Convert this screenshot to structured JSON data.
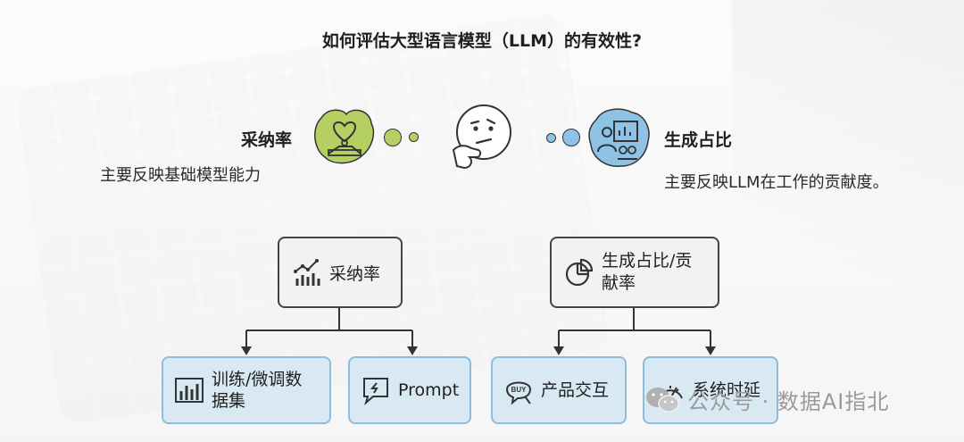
{
  "title": "如何评估大型语言模型（LLM）的有效性?",
  "left": {
    "title": "采纳率",
    "desc": "主要反映基础模型能力",
    "color": "#b5cf63"
  },
  "right": {
    "title": "生成占比",
    "desc": "主要反映LLM在工作的贡献度。",
    "color": "#8ec3e6"
  },
  "tree_left": {
    "label": "采纳率",
    "children": [
      "训练/微调数据集",
      "Prompt"
    ]
  },
  "tree_right": {
    "label": "生成占比/贡献率",
    "children": [
      "产品交互",
      "系统时延"
    ]
  },
  "watermark": "公众号 · 数据AI指北",
  "icons": {
    "left_blob": "heart-person-icon",
    "center": "thinking-face-icon",
    "right_blob": "presenter-chart-icon",
    "node_left": "bar-line-chart-icon",
    "node_right": "pie-chart-icon",
    "leaf1": "dataset-chart-icon",
    "leaf2": "prompt-bubble-icon",
    "leaf3": "buy-tag-icon",
    "leaf4": "speed-gauge-icon"
  }
}
